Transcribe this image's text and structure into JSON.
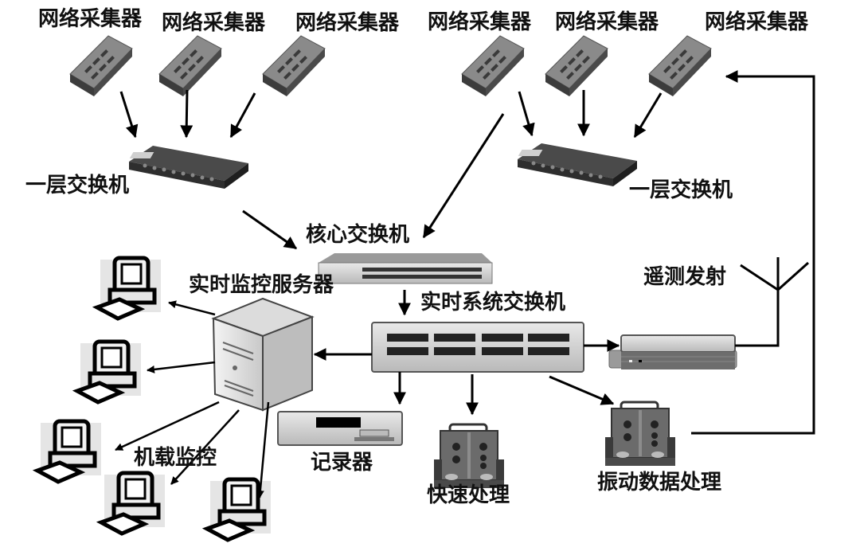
{
  "diagram": {
    "collectors": [
      {
        "label": "网络采集器"
      },
      {
        "label": "网络采集器"
      },
      {
        "label": "网络采集器"
      },
      {
        "label": "网络采集器"
      },
      {
        "label": "网络采集器"
      },
      {
        "label": "网络采集器"
      }
    ],
    "layer1_switch_left": {
      "label": "一层交换机"
    },
    "layer1_switch_right": {
      "label": "一层交换机"
    },
    "core_switch": {
      "label": "核心交换机"
    },
    "realtime_server": {
      "label": "实时监控服务器"
    },
    "realtime_switch": {
      "label": "实时系统交换机"
    },
    "telemetry": {
      "label": "遥测发射"
    },
    "airborne_monitor": {
      "label": "机载监控"
    },
    "recorder": {
      "label": "记录器"
    },
    "fast_processing": {
      "label": "快速处理"
    },
    "vibration_processing": {
      "label": "振动数据处理"
    }
  }
}
